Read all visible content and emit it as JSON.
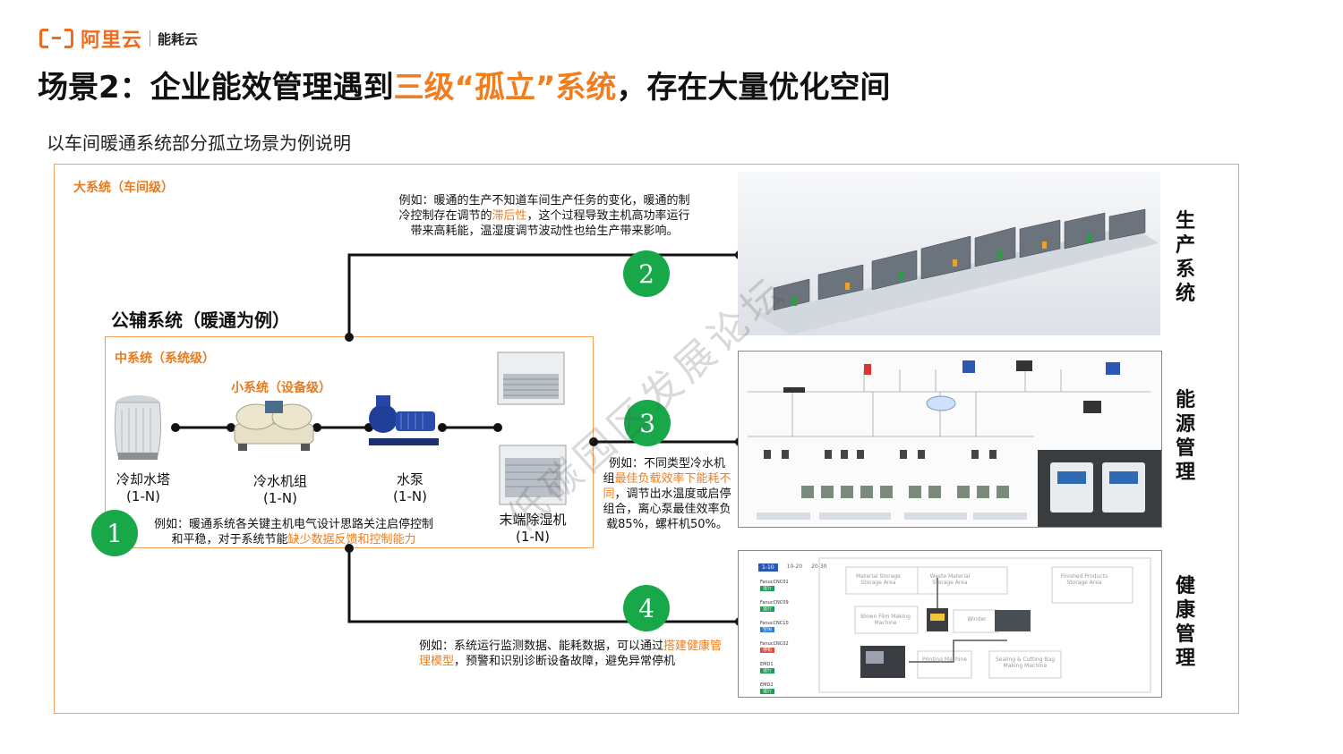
{
  "brand": {
    "name": "阿里云",
    "product": "能耗云"
  },
  "title": {
    "prefix": "场景2：企业能效管理遇到",
    "highlight": "三级“孤立”系统",
    "suffix": "，存在大量优化空间"
  },
  "subtitle": "以车间暖通系统部分孤立场景为例说明",
  "big_system_label": "大系统（车间级）",
  "aux_system_label": "公辅系统（暖通为例）",
  "mid_system_label": "中系统（系统级）",
  "small_system_label": "小系统（设备级）",
  "equipment": [
    {
      "name": "冷却水塔",
      "qty": "(1-N)"
    },
    {
      "name": "冷水机组",
      "qty": "(1-N)"
    },
    {
      "name": "水泵",
      "qty": "(1-N)"
    },
    {
      "name": "末端除湿机",
      "qty": "(1-N)"
    }
  ],
  "notes": {
    "n1": {
      "a": "例如：暖通系统各关键主机电气设计思路关注启停控制",
      "b": "和平稳，对于系统节能",
      "hl": "缺少数据反馈和控制能力"
    },
    "n2": {
      "a": "例如：暖通的生产不知道车间生产任务的变化，暖通的制",
      "b": "冷控制存在调节的",
      "hl": "滞后性",
      "c": "，这个过程导致主机高功率运行",
      "d": "带来高耗能，温湿度调节波动性也给生产带来影响。"
    },
    "n3": {
      "a": "例如：不同类型冷水机",
      "b": "组",
      "hl": "最佳负载效率下能耗不同",
      "c": "，调节出水温度或启停组合，离心泵最佳效率负载85%，螺杆机50%。"
    },
    "n4": {
      "a": "例如：系统运行监测数据、能耗数据，可以通过",
      "hl": "搭建健康管理模型",
      "b": "，预警和识别诊断设备故障，避免异常停机"
    }
  },
  "numbers": [
    "1",
    "2",
    "3",
    "4"
  ],
  "side_labels": [
    "生产系统",
    "能源管理",
    "健康管理"
  ],
  "watermark": "低碳园区发展论坛",
  "health_panel": {
    "tabs": [
      "1-10",
      "10-20",
      "20-30"
    ],
    "machines": [
      {
        "name": "FanucCNC01",
        "status": "运行"
      },
      {
        "name": "FanucCNC09",
        "status": "运行"
      },
      {
        "name": "FanucCNC10",
        "status": "空闲"
      },
      {
        "name": "FanucCNC02",
        "status": "停机"
      },
      {
        "name": "EMD1",
        "status": "运行"
      },
      {
        "name": "EMD2",
        "status": "运行"
      }
    ],
    "areas": [
      "Material Storage Storage Area",
      "Waste Material Storage Area",
      "Finished Products Storage Area",
      "Blown Film Making Machine",
      "Winder",
      "Printing Machine",
      "Sealing & Cutting Bag Making Machine"
    ]
  },
  "colors": {
    "accent": "#f07d1e",
    "green": "#18a84a",
    "box": "#f3a15b"
  }
}
